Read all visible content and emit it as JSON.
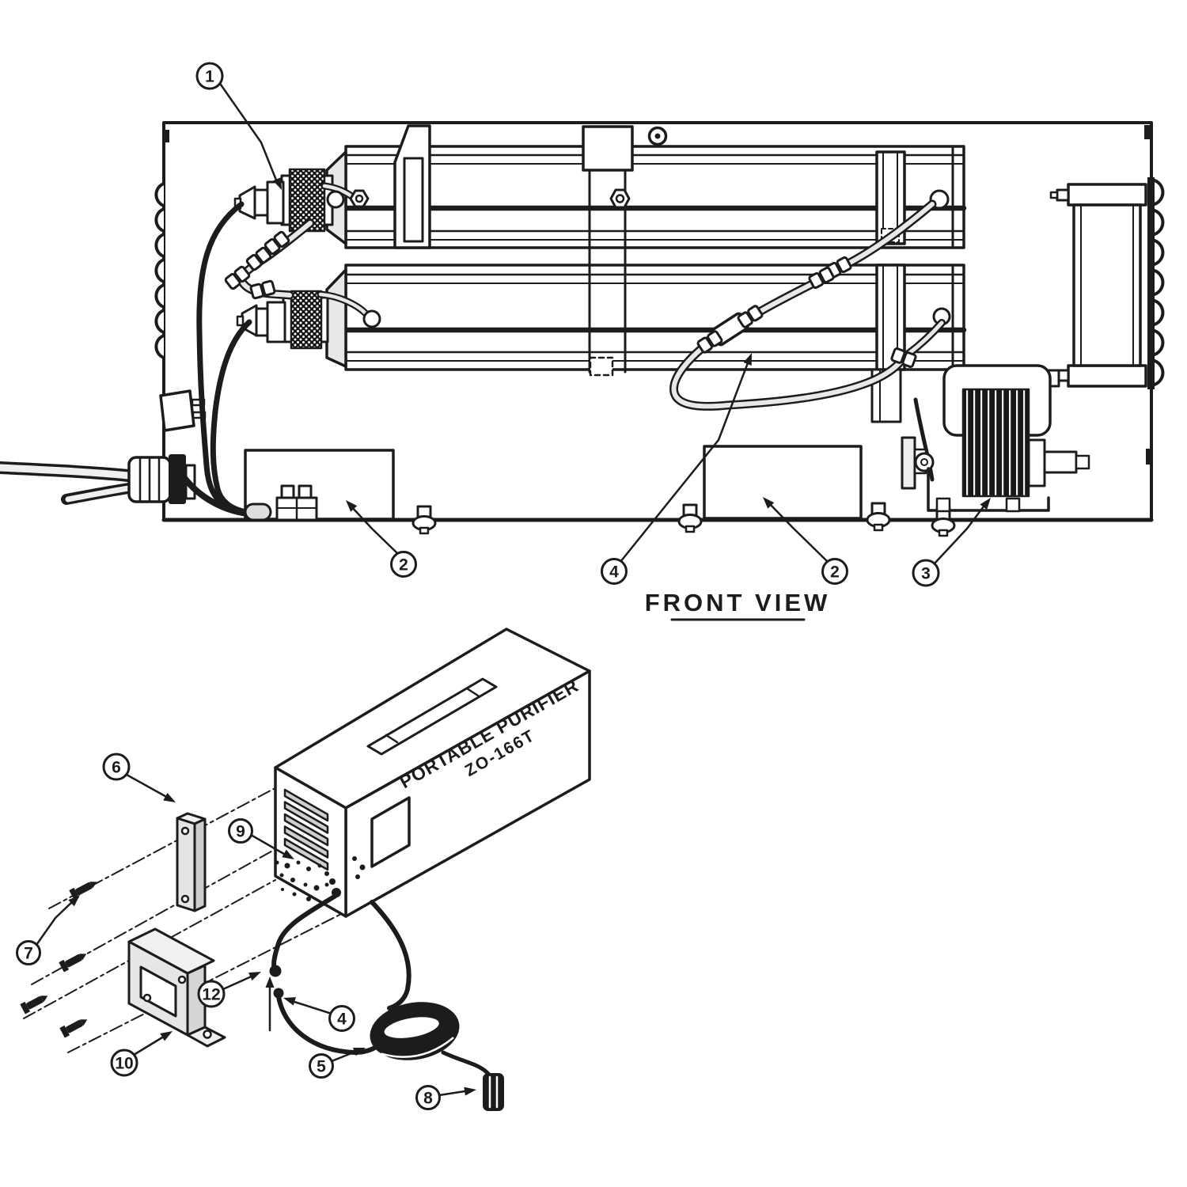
{
  "drawing": {
    "front_view_caption": "FRONT VIEW",
    "product_line1": "PORTABLE PURIFIER",
    "product_line2": "ZO-166T"
  },
  "callouts": {
    "front": {
      "c1": "1",
      "c2_left": "2",
      "c4": "4",
      "c2_right": "2",
      "c3": "3"
    },
    "iso": {
      "c6": "6",
      "c7": "7",
      "c9": "9",
      "c10": "10",
      "c12": "12",
      "c4": "4",
      "c5": "5",
      "c8": "8"
    }
  },
  "colors": {
    "ink": "#1c1c1c",
    "paper": "#ffffff",
    "shade": "#d9d9d9"
  }
}
